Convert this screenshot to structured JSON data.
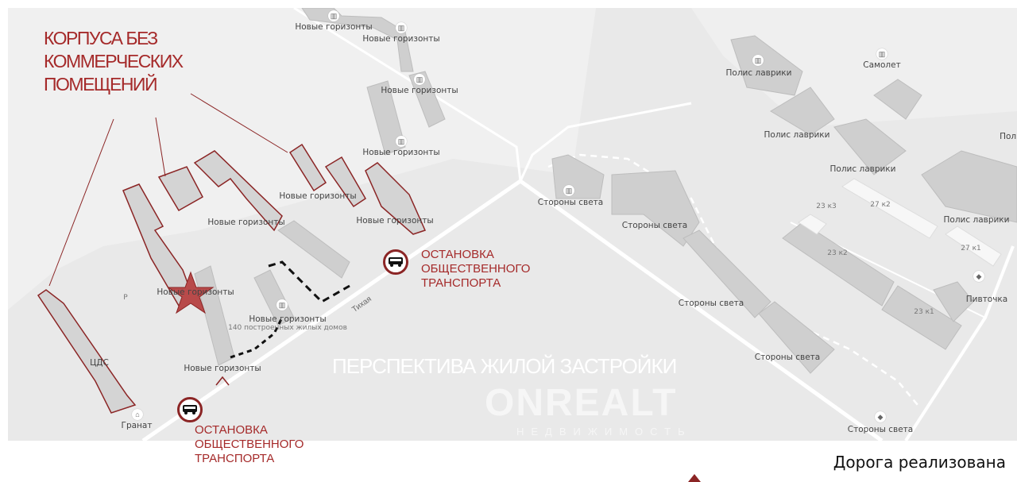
{
  "annotation_title": [
    "КОРПУСА БЕЗ",
    "КОММЕРЧЕСКИХ",
    "ПОМЕЩЕНИЙ"
  ],
  "bus_stops": [
    {
      "lines": [
        "ОСТАНОВКА",
        "ОБЩЕСТВЕННОГО",
        "ТРАНСПОРТА"
      ],
      "icon": "bus-icon"
    },
    {
      "lines": [
        "ОСТАНОВКА",
        "ОБЩЕСТВЕННОГО",
        "ТРАНСПОРТА"
      ],
      "icon": "bus-icon"
    }
  ],
  "perspective_label": "ПЕРСПЕКТИВА ЖИЛОЙ ЗАСТРОЙКИ",
  "street": "Тихая",
  "legend": {
    "road_done": "Дорога реализована"
  },
  "watermark": {
    "brand": "ONREALT",
    "sub": "НЕДВИЖИМОСТЬ"
  },
  "labels": {
    "ng": [
      "Новые горизонты",
      "Новые горизонты",
      "Новые горизонты",
      "Новые горизонты",
      "Новые горизонты",
      "Новые горизонты",
      "Новые горизонты",
      "Новые горизонты",
      "Новые горизонты",
      "Новые горизонты"
    ],
    "ng_sub": "140 построенных жилых домов",
    "pl": [
      "Полис лаврики",
      "Полис лаврики",
      "Полис лаврики",
      "Полис лаврики",
      "Поли"
    ],
    "samolet": "Самолет",
    "ss": [
      "Стороны света",
      "Стороны света",
      "Стороны света",
      "Стороны света",
      "Стороны света"
    ],
    "houses": [
      "23 к3",
      "27 к2",
      "23 к2",
      "27 к1",
      "23 к1"
    ],
    "pivtochka": "Пивточка",
    "cds": "ЦДС",
    "granat": "Гранат",
    "parking": "P"
  },
  "colors": {
    "accent": "#a52a2a",
    "map_bg": "#e9e9e9",
    "road": "#ffffff"
  }
}
